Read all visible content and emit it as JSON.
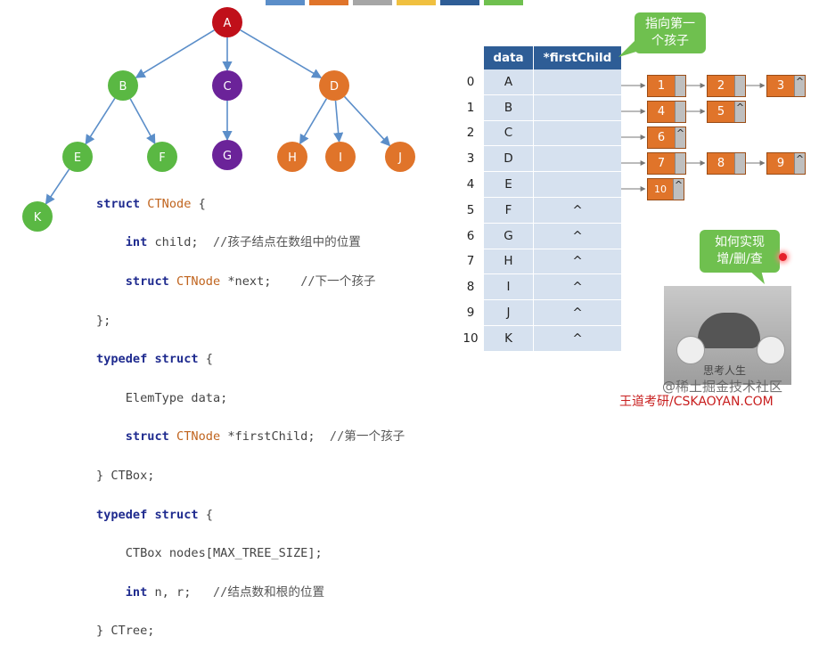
{
  "top_tabs_colors": [
    "#5b8ec9",
    "#e0742a",
    "#a6a6a6",
    "#f0c040",
    "#2e5d96",
    "#6fc04f"
  ],
  "tree": {
    "nodes": [
      {
        "id": "A",
        "label": "A",
        "color": "#c0101a"
      },
      {
        "id": "B",
        "label": "B",
        "color": "#5ab843"
      },
      {
        "id": "C",
        "label": "C",
        "color": "#6b2399"
      },
      {
        "id": "D",
        "label": "D",
        "color": "#e0742a"
      },
      {
        "id": "E",
        "label": "E",
        "color": "#5ab843"
      },
      {
        "id": "F",
        "label": "F",
        "color": "#5ab843"
      },
      {
        "id": "G",
        "label": "G",
        "color": "#6b2399"
      },
      {
        "id": "H",
        "label": "H",
        "color": "#e0742a"
      },
      {
        "id": "I",
        "label": "I",
        "color": "#e0742a"
      },
      {
        "id": "J",
        "label": "J",
        "color": "#e0742a"
      },
      {
        "id": "K",
        "label": "K",
        "color": "#5ab843"
      }
    ],
    "edges": [
      [
        "A",
        "B"
      ],
      [
        "A",
        "C"
      ],
      [
        "A",
        "D"
      ],
      [
        "B",
        "E"
      ],
      [
        "B",
        "F"
      ],
      [
        "C",
        "G"
      ],
      [
        "D",
        "H"
      ],
      [
        "D",
        "I"
      ],
      [
        "D",
        "J"
      ],
      [
        "E",
        "K"
      ]
    ]
  },
  "code": {
    "l1_kw": "struct",
    "l1_ty": "CTNode",
    "l1_rest": " {",
    "l2_kw": "int",
    "l2_rest": " child;  ",
    "l2_cm": "//孩子结点在数组中的位置",
    "l3_kw": "struct",
    "l3_ty": "CTNode",
    "l3_rest": " *next;    ",
    "l3_cm": "//下一个孩子",
    "l4": "};",
    "l5_kw": "typedef struct",
    "l5_rest": " {",
    "l6": "ElemType data;",
    "l7_kw": "struct",
    "l7_ty": "CTNode",
    "l7_rest": " *firstChild;  ",
    "l7_cm": "//第一个孩子",
    "l8": "} CTBox;",
    "l9_kw": "typedef struct",
    "l9_rest": " {",
    "l10": "CTBox nodes[MAX_TREE_SIZE];",
    "l11_kw": "int",
    "l11_rest": " n, r;   ",
    "l11_cm": "//结点数和根的位置",
    "l12": "} CTree;"
  },
  "table": {
    "header_data": "data",
    "header_first_child": "*firstChild",
    "rows": [
      {
        "index": "0",
        "data": "A",
        "first_child": ""
      },
      {
        "index": "1",
        "data": "B",
        "first_child": ""
      },
      {
        "index": "2",
        "data": "C",
        "first_child": ""
      },
      {
        "index": "3",
        "data": "D",
        "first_child": ""
      },
      {
        "index": "4",
        "data": "E",
        "first_child": ""
      },
      {
        "index": "5",
        "data": "F",
        "first_child": "^"
      },
      {
        "index": "6",
        "data": "G",
        "first_child": "^"
      },
      {
        "index": "7",
        "data": "H",
        "first_child": "^"
      },
      {
        "index": "8",
        "data": "I",
        "first_child": "^"
      },
      {
        "index": "9",
        "data": "J",
        "first_child": "^"
      },
      {
        "index": "10",
        "data": "K",
        "first_child": "^"
      }
    ]
  },
  "child_lists": {
    "row0": [
      {
        "val": "1",
        "ptr": ""
      },
      {
        "val": "2",
        "ptr": ""
      },
      {
        "val": "3",
        "ptr": "^"
      }
    ],
    "row1": [
      {
        "val": "4",
        "ptr": ""
      },
      {
        "val": "5",
        "ptr": "^"
      }
    ],
    "row2": [
      {
        "val": "6",
        "ptr": "^"
      }
    ],
    "row3": [
      {
        "val": "7",
        "ptr": ""
      },
      {
        "val": "8",
        "ptr": ""
      },
      {
        "val": "9",
        "ptr": "^"
      }
    ],
    "row4": [
      {
        "val": "10",
        "ptr": "^"
      }
    ]
  },
  "callouts": {
    "first_child_note": "指向第一\n个孩子",
    "question": "如何实现\n增/删/查"
  },
  "video": {
    "caption": "思考人生"
  },
  "watermarks": {
    "juejin": "@稀土掘金技术社区",
    "site": "王道考研/CSKAOYAN.COM"
  }
}
